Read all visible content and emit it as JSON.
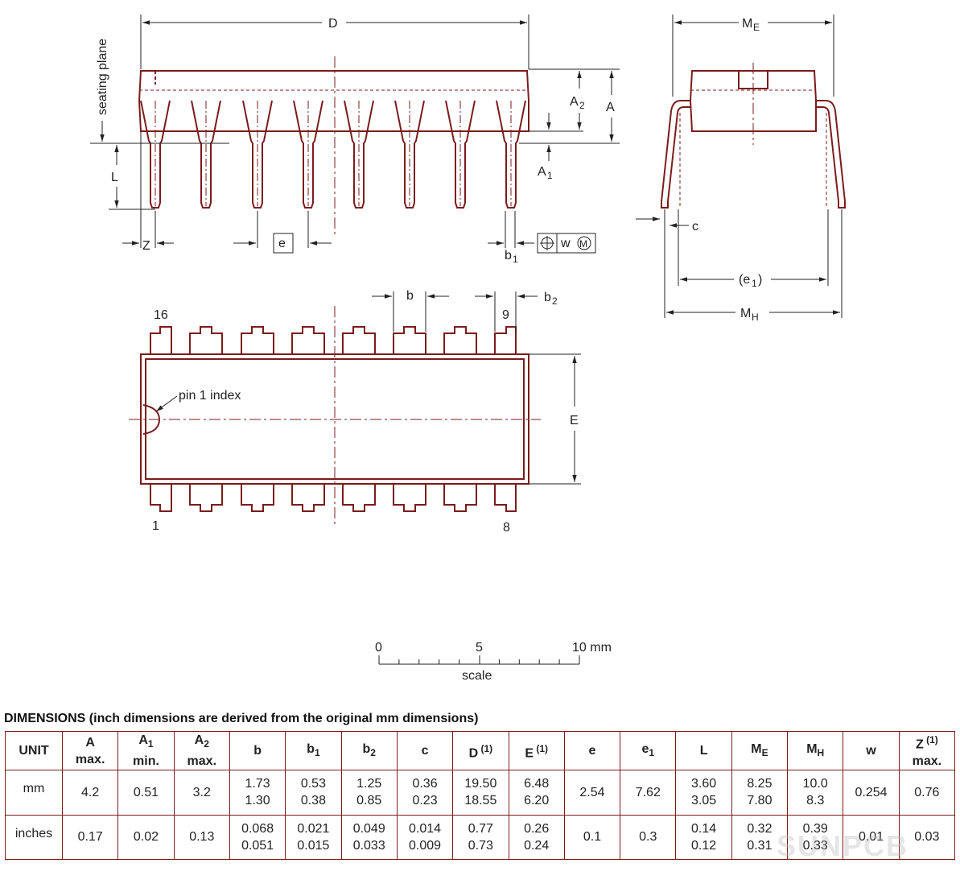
{
  "labels": {
    "D": "D",
    "seating_plane": "seating plane",
    "A": "A",
    "A2": "A",
    "A2_sub": "2",
    "A1": "A",
    "A1_sub": "1",
    "L": "L",
    "Z": "Z",
    "e": "e",
    "b1": "b",
    "b1_sub": "1",
    "w": "w",
    "M_circle": "M",
    "ME": "M",
    "ME_sub": "E",
    "c": "c",
    "e1_open": "(e",
    "e1_sub": "1",
    "e1_close": ")",
    "MH": "M",
    "MH_sub": "H",
    "b": "b",
    "b2": "b",
    "b2_sub": "2",
    "pin16": "16",
    "pin9": "9",
    "pin1": "1",
    "pin8": "8",
    "pin1_index": "pin 1 index",
    "E": "E",
    "scale_0": "0",
    "scale_5": "5",
    "scale_10": "10 mm",
    "scale": "scale"
  },
  "table": {
    "title": "DIMENSIONS (inch dimensions are derived from the original mm dimensions)",
    "headers": [
      {
        "main": "UNIT",
        "sub": "",
        "sup": "",
        "line2": ""
      },
      {
        "main": "A",
        "sub": "",
        "sup": "",
        "line2": "max."
      },
      {
        "main": "A",
        "sub": "1",
        "sup": "",
        "line2": "min."
      },
      {
        "main": "A",
        "sub": "2",
        "sup": "",
        "line2": "max."
      },
      {
        "main": "b",
        "sub": "",
        "sup": "",
        "line2": ""
      },
      {
        "main": "b",
        "sub": "1",
        "sup": "",
        "line2": ""
      },
      {
        "main": "b",
        "sub": "2",
        "sup": "",
        "line2": ""
      },
      {
        "main": "c",
        "sub": "",
        "sup": "",
        "line2": ""
      },
      {
        "main": "D",
        "sub": "",
        "sup": "(1)",
        "line2": ""
      },
      {
        "main": "E",
        "sub": "",
        "sup": "(1)",
        "line2": ""
      },
      {
        "main": "e",
        "sub": "",
        "sup": "",
        "line2": ""
      },
      {
        "main": "e",
        "sub": "1",
        "sup": "",
        "line2": ""
      },
      {
        "main": "L",
        "sub": "",
        "sup": "",
        "line2": ""
      },
      {
        "main": "M",
        "sub": "E",
        "sup": "",
        "line2": ""
      },
      {
        "main": "M",
        "sub": "H",
        "sup": "",
        "line2": ""
      },
      {
        "main": "w",
        "sub": "",
        "sup": "",
        "line2": ""
      },
      {
        "main": "Z",
        "sub": "",
        "sup": "(1)",
        "line2": "max."
      }
    ],
    "rows": [
      {
        "unit": "mm",
        "cells": [
          [
            "4.2"
          ],
          [
            "0.51"
          ],
          [
            "3.2"
          ],
          [
            "1.73",
            "1.30"
          ],
          [
            "0.53",
            "0.38"
          ],
          [
            "1.25",
            "0.85"
          ],
          [
            "0.36",
            "0.23"
          ],
          [
            "19.50",
            "18.55"
          ],
          [
            "6.48",
            "6.20"
          ],
          [
            "2.54"
          ],
          [
            "7.62"
          ],
          [
            "3.60",
            "3.05"
          ],
          [
            "8.25",
            "7.80"
          ],
          [
            "10.0",
            "8.3"
          ],
          [
            "0.254"
          ],
          [
            "0.76"
          ]
        ]
      },
      {
        "unit": "inches",
        "cells": [
          [
            "0.17"
          ],
          [
            "0.02"
          ],
          [
            "0.13"
          ],
          [
            "0.068",
            "0.051"
          ],
          [
            "0.021",
            "0.015"
          ],
          [
            "0.049",
            "0.033"
          ],
          [
            "0.014",
            "0.009"
          ],
          [
            "0.77",
            "0.73"
          ],
          [
            "0.26",
            "0.24"
          ],
          [
            "0.1"
          ],
          [
            "0.3"
          ],
          [
            "0.14",
            "0.12"
          ],
          [
            "0.32",
            "0.31"
          ],
          [
            "0.39",
            "0.33"
          ],
          [
            "0.01"
          ],
          [
            "0.03"
          ]
        ]
      }
    ]
  },
  "watermark": "SUNPCB",
  "colors": {
    "outline": "#7a1c1c",
    "text": "#222222"
  }
}
